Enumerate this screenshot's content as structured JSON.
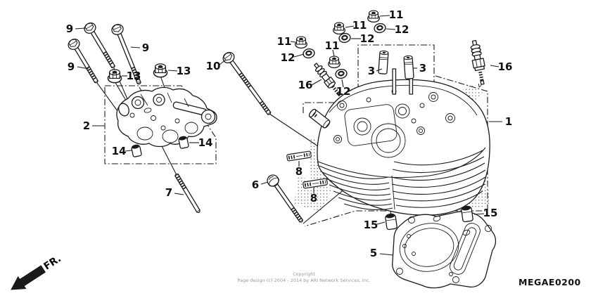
{
  "diagram": {
    "code": "MEGAE0200",
    "front_label": "FR.",
    "copyright_line1": "Copyright",
    "copyright_line2": "Page design (c) 2004 - 2014 by ARI Network Services, Inc."
  },
  "colors": {
    "line": "#1a1a1a",
    "background": "#ffffff",
    "muted_text": "#9a9a9a"
  },
  "callouts": [
    "9",
    "9",
    "9",
    "13",
    "13",
    "10",
    "11",
    "12",
    "11",
    "12",
    "16",
    "11",
    "12",
    "11",
    "12",
    "3",
    "3",
    "16",
    "1",
    "2",
    "14",
    "14",
    "7",
    "6",
    "8",
    "8",
    "15",
    "15",
    "5"
  ]
}
